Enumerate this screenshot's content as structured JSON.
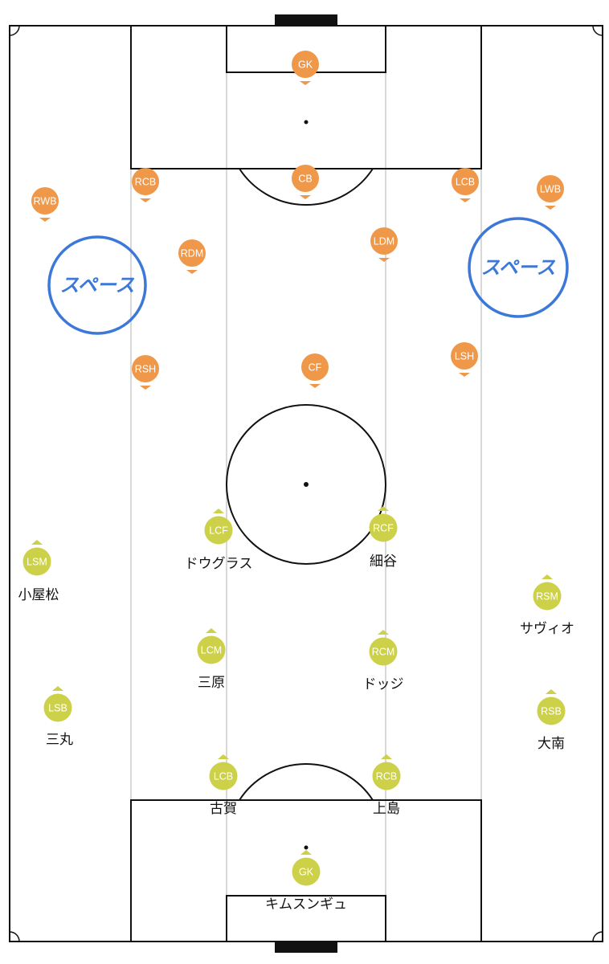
{
  "colors": {
    "opponent": "#f0984a",
    "team": "#cdd14a",
    "space_circle": "#3b78d8",
    "line": "#111111",
    "guide": "#d8d8d8",
    "goal": "#111111"
  },
  "opponents": [
    {
      "pos": "GK"
    },
    {
      "pos": "CB"
    },
    {
      "pos": "RCB"
    },
    {
      "pos": "LCB"
    },
    {
      "pos": "RWB"
    },
    {
      "pos": "LWB"
    },
    {
      "pos": "RDM"
    },
    {
      "pos": "LDM"
    },
    {
      "pos": "RSH"
    },
    {
      "pos": "CF"
    },
    {
      "pos": "LSH"
    }
  ],
  "team": [
    {
      "pos": "LCF",
      "name": "ドウグラス"
    },
    {
      "pos": "RCF",
      "name": "細谷"
    },
    {
      "pos": "LSM",
      "name": "小屋松"
    },
    {
      "pos": "RSM",
      "name": "サヴィオ"
    },
    {
      "pos": "LCM",
      "name": "三原"
    },
    {
      "pos": "RCM",
      "name": "ドッジ"
    },
    {
      "pos": "LSB",
      "name": "三丸"
    },
    {
      "pos": "RSB",
      "name": "大南"
    },
    {
      "pos": "LCB",
      "name": "古賀"
    },
    {
      "pos": "RCB",
      "name": "上島"
    },
    {
      "pos": "GK",
      "name": "キムスンギュ"
    }
  ],
  "annotations": [
    {
      "text": "スペース"
    },
    {
      "text": "スペース"
    }
  ]
}
